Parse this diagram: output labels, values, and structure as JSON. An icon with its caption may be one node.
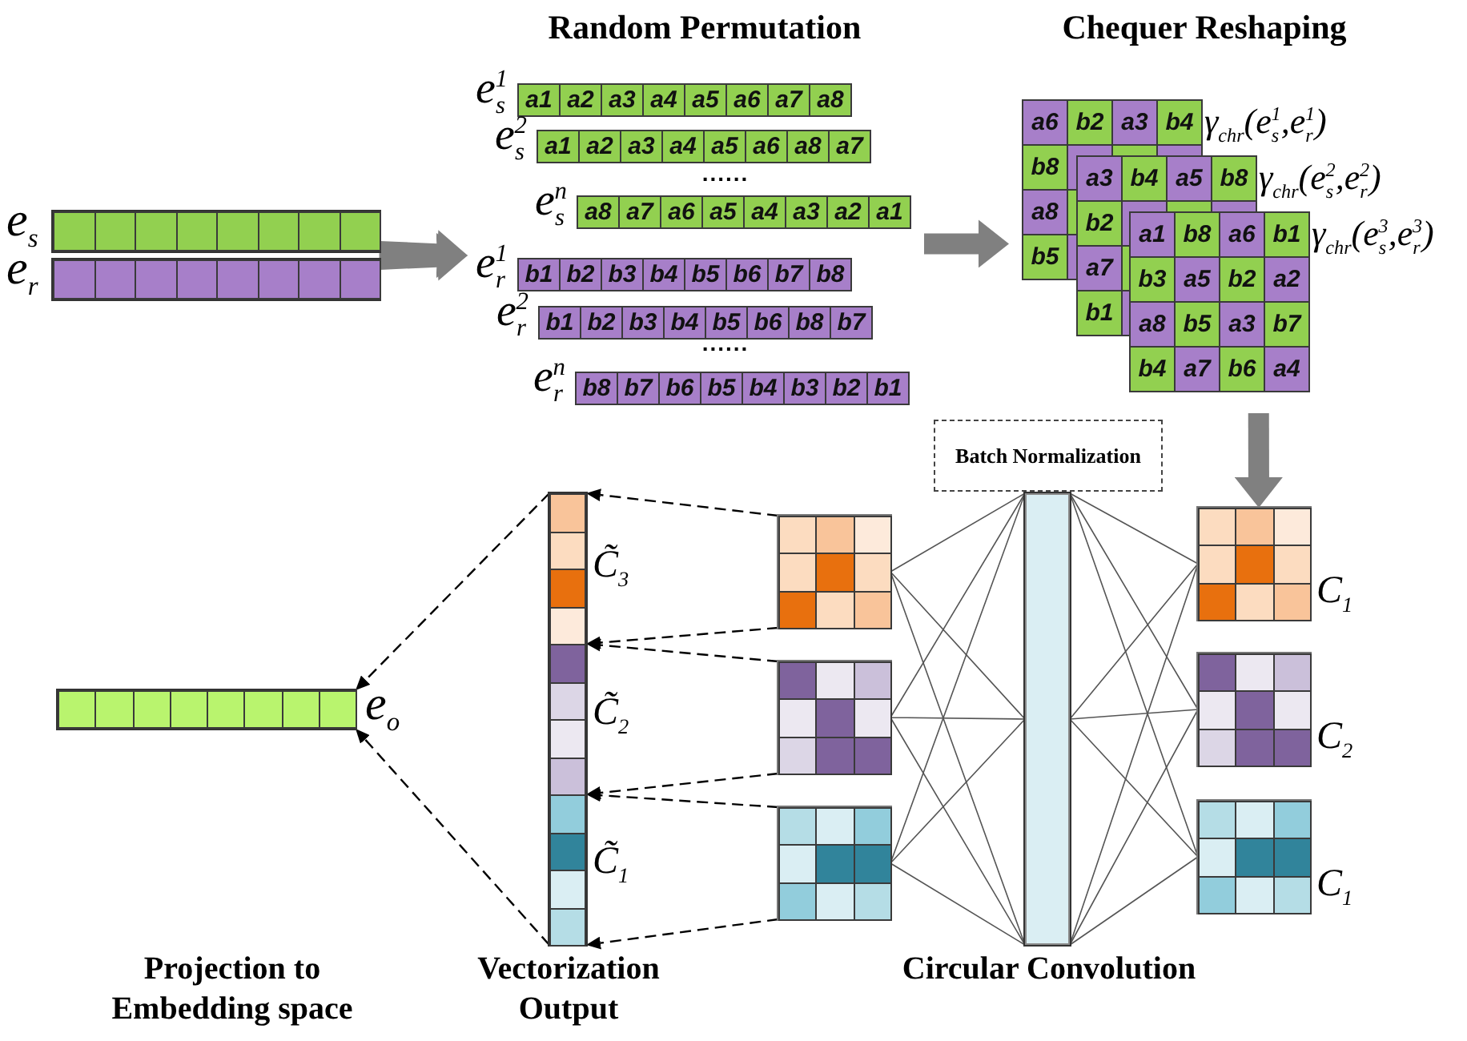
{
  "diagram": {
    "nodes": [
      {
        "text": [],
        "shape": "bar",
        "beside": [
          "e$_{s}$"
        ]
      },
      {
        "text": [],
        "shape": "bar",
        "beside": [
          "e$_{r}$"
        ]
      },
      {
        "text": [
          "Random Permutation"
        ]
      },
      {
        "text": [
          "a1",
          "a2",
          "a3",
          "a4",
          "a5",
          "a6",
          "a7",
          "a8"
        ],
        "in": 2,
        "beside": [
          "e$_{s}$$^{1}$"
        ]
      },
      {
        "text": [
          "a1",
          "a2",
          "a3",
          "a4",
          "a5",
          "a6",
          "a8",
          "a7"
        ],
        "in": 2,
        "beside": [
          "e$_{s}$$^{2}$"
        ]
      },
      {
        "text": [
          "a8",
          "a7",
          "a6",
          "a5",
          "a4",
          "a3",
          "a2",
          "a1"
        ],
        "in": 2,
        "beside": [
          "e$_{s}$$^{n}$"
        ]
      },
      {
        "text": [
          "b1",
          "b2",
          "b3",
          "b4",
          "b5",
          "b6",
          "b7",
          "b8"
        ],
        "in": 2,
        "beside": [
          "e$_{r}$$^{1}$"
        ]
      },
      {
        "text": [
          "b1",
          "b2",
          "b3",
          "b4",
          "b5",
          "b6",
          "b8",
          "b7"
        ],
        "in": 2,
        "beside": [
          "e$_{r}$$^{2}$"
        ]
      },
      {
        "text": [
          "b8",
          "b7",
          "b6",
          "b5",
          "b4",
          "b3",
          "b2",
          "b1"
        ],
        "in": 2,
        "beside": [
          "e$_{r}$$^{n}$"
        ]
      },
      {
        "text": [
          "Chequer Reshaping"
        ]
      },
      {
        "text": [
          "a6",
          "b2",
          "a3",
          "b4",
          "b8",
          "a8",
          "b5"
        ],
        "in": 9,
        "beside": [
          "γ$_{chr}$(e$_{s}$$^{1}$,e$_{r}$$^{1}$)"
        ]
      },
      {
        "text": [
          "a3",
          "b4",
          "a5",
          "b8",
          "b2",
          "a7",
          "b1"
        ],
        "in": 9,
        "beside": [
          "γ$_{chr}$(e$_{s}$$^{2}$,e$_{r}$$^{2}$)"
        ]
      },
      {
        "text": [
          "a1",
          "b8",
          "a6",
          "b1",
          "b3",
          "a5",
          "b2",
          "a2",
          "a8",
          "b5",
          "a3",
          "b7",
          "b4",
          "a7",
          "b6",
          "a4"
        ],
        "in": 9,
        "beside": [
          "γ$_{chr}$(e$_{s}$$^{3}$,e$_{r}$$^{3}$)"
        ]
      },
      {
        "text": [
          "Batch Normalization"
        ]
      },
      {
        "text": [],
        "shape": "bar",
        "beside": [
          "C̃$_{3}$",
          "C̃$_{2}$",
          "C̃$_{1}$"
        ]
      },
      {
        "text": [],
        "shape": "box"
      },
      {
        "text": [],
        "shape": "box"
      },
      {
        "text": [],
        "shape": "box"
      },
      {
        "text": [],
        "shape": "bar"
      },
      {
        "text": [],
        "shape": "box",
        "beside": [
          "C$_{1}$"
        ]
      },
      {
        "text": [],
        "shape": "box",
        "beside": [
          "C$_{2}$"
        ]
      },
      {
        "text": [],
        "shape": "box",
        "beside": [
          "C$_{1}$"
        ]
      },
      {
        "text": [],
        "shape": "bar",
        "beside": [
          "e$_{o}$"
        ]
      }
    ],
    "edges": [
      {
        "from": 0,
        "to": 2,
        "arrow": "to",
        "style": "thick",
        "color": "#808080"
      },
      {
        "from": 1,
        "to": 2,
        "arrow": "to",
        "style": "thick",
        "color": "#808080"
      },
      {
        "from": 2,
        "to": 9,
        "arrow": "to",
        "style": "thick",
        "color": "#808080"
      },
      {
        "from": 9,
        "to": 19,
        "arrow": "to",
        "style": "thick",
        "color": "#808080"
      },
      {
        "from": 19,
        "to": 18,
        "arrow": "none"
      },
      {
        "from": 20,
        "to": 18,
        "arrow": "none"
      },
      {
        "from": 21,
        "to": 18,
        "arrow": "none"
      },
      {
        "from": 18,
        "to": 15,
        "arrow": "none"
      },
      {
        "from": 18,
        "to": 16,
        "arrow": "none"
      },
      {
        "from": 18,
        "to": 17,
        "arrow": "none"
      },
      {
        "from": 15,
        "to": 14,
        "arrow": "to",
        "style": "dashed",
        "color": "#000000"
      },
      {
        "from": 15,
        "to": 14,
        "arrow": "to",
        "style": "dashed",
        "color": "#000000"
      },
      {
        "from": 16,
        "to": 14,
        "arrow": "to",
        "style": "dashed",
        "color": "#000000"
      },
      {
        "from": 16,
        "to": 14,
        "arrow": "to",
        "style": "dashed",
        "color": "#000000"
      },
      {
        "from": 17,
        "to": 14,
        "arrow": "to",
        "style": "dashed",
        "color": "#000000"
      },
      {
        "from": 17,
        "to": 14,
        "arrow": "to",
        "style": "dashed",
        "color": "#000000"
      },
      {
        "from": 14,
        "to": 22,
        "arrow": "to",
        "style": "dashed",
        "color": "#000000"
      },
      {
        "from": 14,
        "to": 22,
        "arrow": "to",
        "style": "dashed",
        "color": "#000000"
      }
    ],
    "labels": [
      "......",
      "......",
      "Projection to Embedding space",
      "Vectorization Output",
      "Circular Convolution"
    ]
  }
}
